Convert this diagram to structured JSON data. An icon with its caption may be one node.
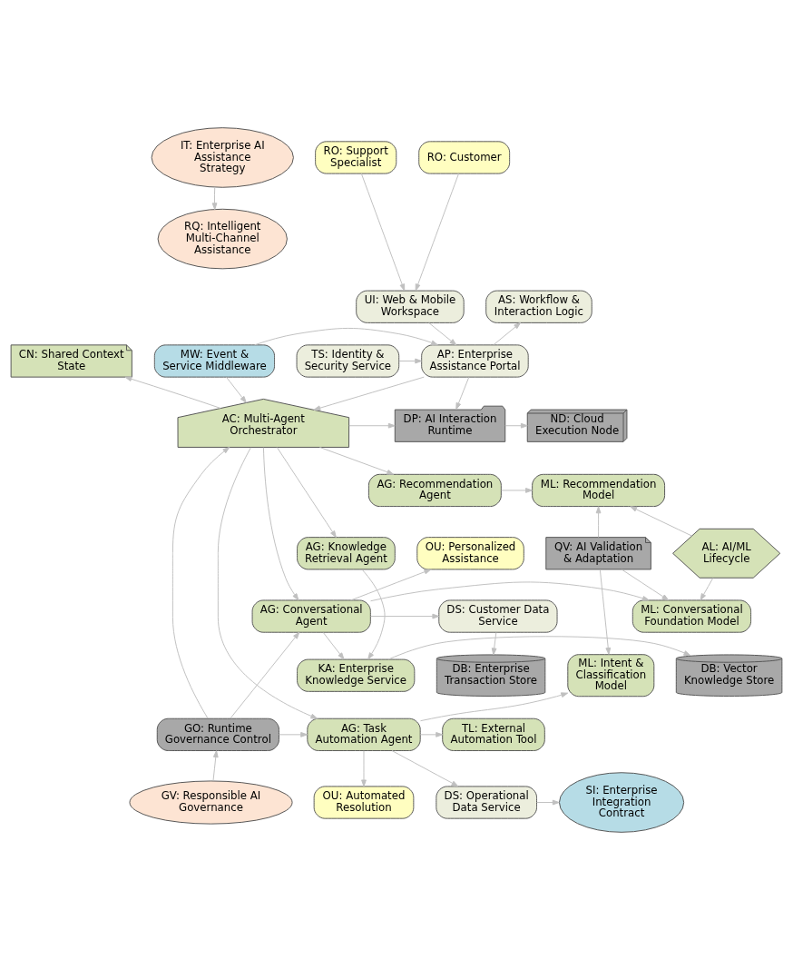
{
  "diagram": {
    "nodes": [
      {
        "text": [
          "IT: Enterprise AI Assistance Strategy"
        ]
      },
      {
        "text": [
          "RQ: Intelligent Multi-Channel Assistance"
        ]
      },
      {
        "text": [
          "RO: Support Specialist"
        ]
      },
      {
        "text": [
          "RO: Customer"
        ]
      },
      {
        "text": [
          "UI: Web & Mobile Workspace"
        ]
      },
      {
        "text": [
          "AS: Workflow & Interaction Logic"
        ]
      },
      {
        "text": [
          "CN: Shared Context State"
        ]
      },
      {
        "text": [
          "MW: Event & Service Middleware"
        ]
      },
      {
        "text": [
          "AP: Enterprise Assistance Portal"
        ]
      },
      {
        "text": [
          "TS: Identity & Security Service"
        ]
      },
      {
        "text": [
          "AC: Multi-Agent Orchestrator"
        ]
      },
      {
        "text": [
          "DP: AI Interaction Runtime"
        ]
      },
      {
        "text": [
          "ND: Cloud Execution Node"
        ]
      },
      {
        "text": [
          "ML: Recommendation Model"
        ]
      },
      {
        "text": [
          "AG: Recommendation Agent"
        ]
      },
      {
        "text": [
          "OU: Personalized Assistance"
        ]
      },
      {
        "text": [
          "AL: AI/ML Lifecycle"
        ]
      },
      {
        "text": [
          "QV: AI Validation & Adaptation"
        ]
      },
      {
        "text": [
          "AG: Knowledge Retrieval Agent"
        ]
      },
      {
        "text": [
          "DS: Customer Data Service"
        ]
      },
      {
        "text": [
          "AG: Conversational Agent"
        ]
      },
      {
        "text": [
          "ML: Conversational Foundation Model"
        ]
      },
      {
        "text": [
          "KA: Enterprise Knowledge Service"
        ]
      },
      {
        "text": [
          "DB: Enterprise Transaction Store"
        ]
      },
      {
        "text": [
          "DB: Vector Knowledge Store"
        ]
      },
      {
        "text": [
          "ML: Intent & Classification Model"
        ]
      },
      {
        "text": [
          "TL: External Automation Tool"
        ]
      },
      {
        "text": [
          "GO: Runtime Governance Control"
        ]
      },
      {
        "text": [
          "AG: Task Automation Agent"
        ]
      },
      {
        "text": [
          "DS: Operational Data Service"
        ]
      },
      {
        "text": [
          "GV: Responsible AI Governance"
        ]
      },
      {
        "text": [
          "OU: Automated Resolution"
        ]
      },
      {
        "text": [
          "SI: Enterprise Integration Contract"
        ]
      }
    ],
    "edges": [
      {
        "from": 0,
        "to": 1,
        "arrow": "to"
      },
      {
        "from": 2,
        "to": 4,
        "arrow": "to"
      },
      {
        "from": 3,
        "to": 4,
        "arrow": "to"
      },
      {
        "from": 4,
        "to": 8,
        "arrow": "to"
      },
      {
        "from": 8,
        "to": 5,
        "arrow": "to"
      },
      {
        "from": 9,
        "to": 8,
        "arrow": "to"
      },
      {
        "from": 7,
        "to": 8,
        "arrow": "to"
      },
      {
        "from": 7,
        "to": 10,
        "arrow": "to"
      },
      {
        "from": 10,
        "to": 6,
        "arrow": "to"
      },
      {
        "from": 8,
        "to": 10,
        "arrow": "to"
      },
      {
        "from": 8,
        "to": 11,
        "arrow": "to"
      },
      {
        "from": 10,
        "to": 11,
        "arrow": "to"
      },
      {
        "from": 11,
        "to": 12,
        "arrow": "to"
      },
      {
        "from": 10,
        "to": 14,
        "arrow": "to"
      },
      {
        "from": 14,
        "to": 13,
        "arrow": "to"
      },
      {
        "from": 16,
        "to": 13,
        "arrow": "to"
      },
      {
        "from": 17,
        "to": 13,
        "arrow": "to"
      },
      {
        "from": 17,
        "to": 21,
        "arrow": "to"
      },
      {
        "from": 16,
        "to": 21,
        "arrow": "to"
      },
      {
        "from": 17,
        "to": 25,
        "arrow": "to"
      },
      {
        "from": 10,
        "to": 18,
        "arrow": "to"
      },
      {
        "from": 10,
        "to": 20,
        "arrow": "to"
      },
      {
        "from": 10,
        "to": 28,
        "arrow": "to"
      },
      {
        "from": 20,
        "to": 15,
        "arrow": "to"
      },
      {
        "from": 20,
        "to": 19,
        "arrow": "to"
      },
      {
        "from": 20,
        "to": 21,
        "arrow": "to"
      },
      {
        "from": 20,
        "to": 22,
        "arrow": "to"
      },
      {
        "from": 18,
        "to": 22,
        "arrow": "to"
      },
      {
        "from": 22,
        "to": 24,
        "arrow": "to"
      },
      {
        "from": 19,
        "to": 23,
        "arrow": "to"
      },
      {
        "from": 27,
        "to": 10,
        "arrow": "to"
      },
      {
        "from": 27,
        "to": 20,
        "arrow": "to"
      },
      {
        "from": 27,
        "to": 28,
        "arrow": "to"
      },
      {
        "from": 30,
        "to": 27,
        "arrow": "to"
      },
      {
        "from": 28,
        "to": 25,
        "arrow": "to"
      },
      {
        "from": 28,
        "to": 26,
        "arrow": "to"
      },
      {
        "from": 28,
        "to": 29,
        "arrow": "to"
      },
      {
        "from": 28,
        "to": 31,
        "arrow": "to"
      },
      {
        "from": 29,
        "to": 32,
        "arrow": "to"
      }
    ]
  }
}
